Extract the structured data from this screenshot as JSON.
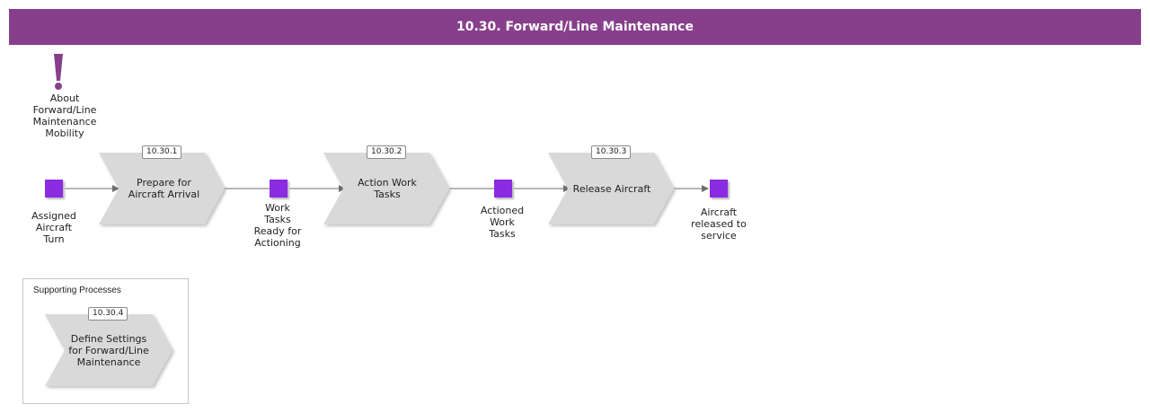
{
  "header": {
    "title": "10.30. Forward/Line Maintenance"
  },
  "about": {
    "icon": "exclamation-icon",
    "label": "About\nForward/Line\nMaintenance\nMobility"
  },
  "events": [
    {
      "label": "Assigned\nAircraft\nTurn"
    },
    {
      "label": "Work\nTasks\nReady for\nActioning"
    },
    {
      "label": "Actioned\nWork\nTasks"
    },
    {
      "label": "Aircraft\nreleased to\nservice"
    }
  ],
  "processes": [
    {
      "id": "10.30.1",
      "label": "Prepare for\nAircraft Arrival"
    },
    {
      "id": "10.30.2",
      "label": "Action Work\nTasks"
    },
    {
      "id": "10.30.3",
      "label": "Release Aircraft"
    }
  ],
  "supporting": {
    "title": "Supporting Processes",
    "process": {
      "id": "10.30.4",
      "label": "Define Settings\nfor Forward/Line\nMaintenance"
    }
  },
  "colors": {
    "header": "#873f8c",
    "event": "#8b2be2",
    "process_fill": "#d9d9da",
    "arrow": "#6e6e6e",
    "accent_icon": "#873f8c"
  }
}
